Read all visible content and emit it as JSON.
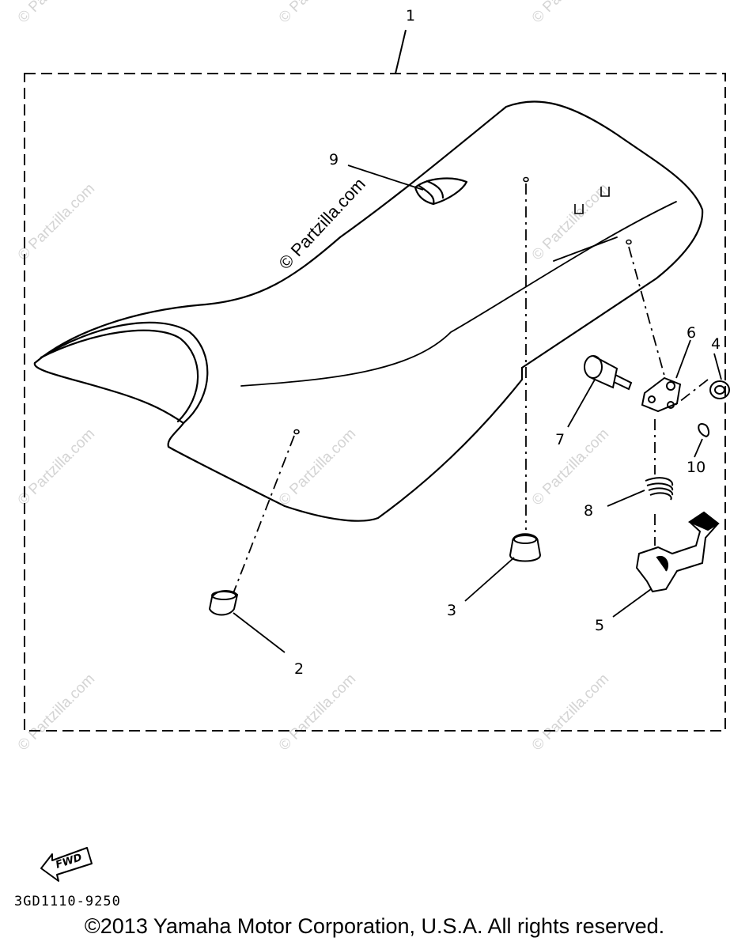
{
  "callouts": {
    "c1": "1",
    "c2": "2",
    "c3": "3",
    "c4": "4",
    "c5": "5",
    "c6": "6",
    "c7": "7",
    "c8": "8",
    "c9": "9",
    "c10": "10"
  },
  "watermark_main": "© Partzilla.com",
  "watermark_repeat": "© Partzilla.com",
  "fwd_label": "FWD",
  "part_code": "3GD1110-9250",
  "copyright": "©2013 Yamaha Motor Corporation, U.S.A. All rights reserved."
}
